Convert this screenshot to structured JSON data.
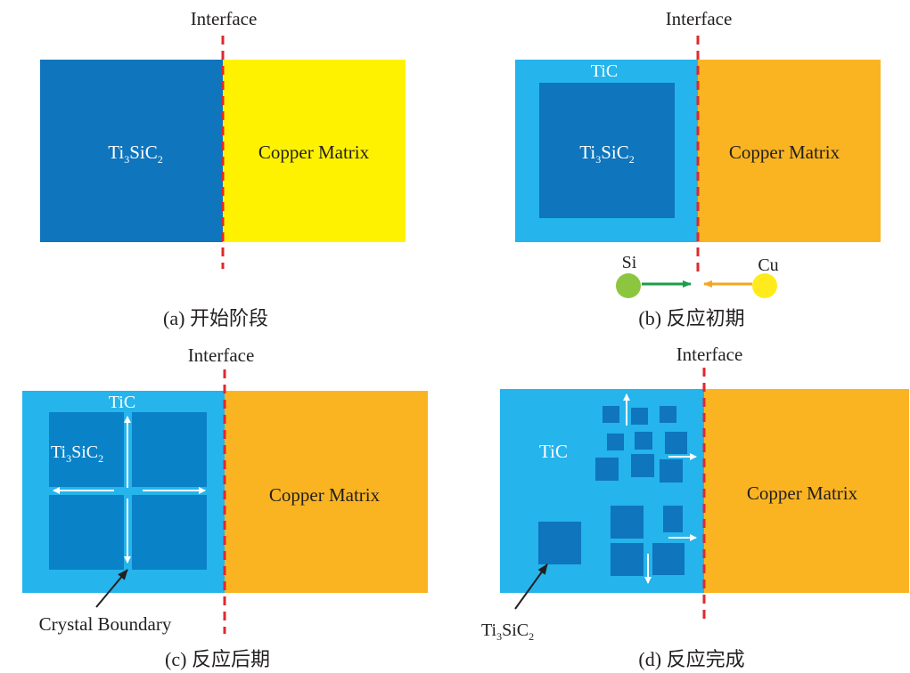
{
  "colors": {
    "ti3sic2_block": "#0F75BD",
    "ti3sic2_grain": "#0A82C8",
    "tic": "#25B4EC",
    "copper_fresh": "#FFF200",
    "copper_reacted": "#FAB422",
    "interface_line": "#E0282E",
    "si_atom": "#8CC63F",
    "si_arrow": "#1A9E48",
    "cu_atom": "#FFEB1B",
    "cu_arrow": "#F3A71E",
    "white": "#FFFFFF",
    "text": "#231F20"
  },
  "panels": {
    "a": {
      "interface": "Interface",
      "left_prefix": "Ti",
      "left_sub1": "3",
      "left_mid": "SiC",
      "left_sub2": "2",
      "right": "Copper Matrix",
      "caption": "(a) 开始阶段"
    },
    "b": {
      "interface": "Interface",
      "shell": "TiC",
      "core_prefix": "Ti",
      "core_sub1": "3",
      "core_mid": "SiC",
      "core_sub2": "2",
      "right": "Copper Matrix",
      "atom_left": "Si",
      "atom_right": "Cu",
      "caption": "(b) 反应初期"
    },
    "c": {
      "interface": "Interface",
      "shell": "TiC",
      "core_prefix": "Ti",
      "core_sub1": "3",
      "core_mid": "SiC",
      "core_sub2": "2",
      "right": "Copper Matrix",
      "pointer": "Crystal Boundary",
      "caption": "(c) 反应后期"
    },
    "d": {
      "interface": "Interface",
      "left": "TiC",
      "right": "Copper Matrix",
      "pointer_prefix": "Ti",
      "pointer_sub1": "3",
      "pointer_mid": "SiC",
      "pointer_sub2": "2",
      "caption": "(d) 反应完成"
    }
  }
}
